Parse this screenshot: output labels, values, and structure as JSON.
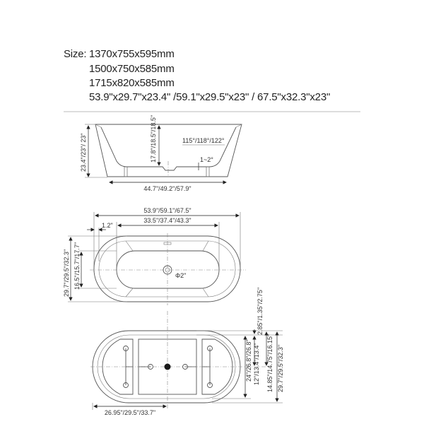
{
  "sizes": {
    "label": "Size:",
    "lines": [
      "1370x755x595mm",
      "1500x750x585mm",
      "1715x820x585mm",
      "53.9\"x29.7\"x23.4\" /59.1\"x29.5\"x23\" / 67.5\"x32.3\"x23\""
    ]
  },
  "side_view": {
    "height": "23.4\"/23\"/ 23\"",
    "depth": "17.8\"/18.5\"/18.5\"",
    "angle": "115°/118°/122°",
    "slope": "1~2°",
    "bottom_length": "44.7\"/49.2\"/57.9\""
  },
  "top_view": {
    "overall_length": "53.9\"/59.1\"/67.5\"",
    "inner_length": "33.5\"/37.4\"/43.3\"",
    "rim": "1.2\"",
    "overall_width": "29.7\"/29.5\"/32.3\"",
    "inner_width": "16.5\"/15.7\"/17.7\"",
    "drain": "Φ2\""
  },
  "bottom_view": {
    "half_length": "26.95\"/29.5\"/33.7\"",
    "base_width": "24\"/26.8\"/26.8\"",
    "half_base": "12\"/13.4\"/13.4\"",
    "offset": "2.85\"/1.35\"/2.75\"",
    "half_width": "14.85\"/14.75\"/16.15\"",
    "overall_width": "29.7\"/29.5\"/32.3\""
  }
}
